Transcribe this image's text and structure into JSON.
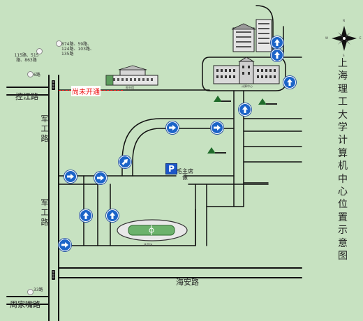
{
  "map": {
    "title": "上海理工大学计算机中心位置示意图",
    "title_chars": [
      "上",
      "海",
      "理",
      "工",
      "大",
      "学",
      "计",
      "算",
      "机",
      "中",
      "心",
      "位",
      "置",
      "示",
      "意",
      "图"
    ],
    "roads": {
      "kongjiang": "控江路",
      "jungong_top": "军工路",
      "jungong_bottom": "军工路",
      "haian": "海安路",
      "zhoujiazui": "周家嘴路"
    },
    "bus_stops": {
      "left_top": "115路、515路、863路",
      "left_6": "6路",
      "mid_top": "874路、59路、124路、103路、135路",
      "left_33": "33路"
    },
    "labels": {
      "not_open": "尚未开通",
      "mao": "毛主席像",
      "stadium": "体育场",
      "computer_center": "计算中心",
      "library": "图书馆"
    },
    "compass": {
      "n": "N",
      "s": "S",
      "e": "E",
      "w": "W"
    },
    "colors": {
      "background": "#c7e2c1",
      "road": "#ffffff",
      "road_edge": "#111111",
      "arrow": "#1c64c8",
      "parking": "#1c56c8",
      "not_open_line": "#e11111"
    }
  }
}
